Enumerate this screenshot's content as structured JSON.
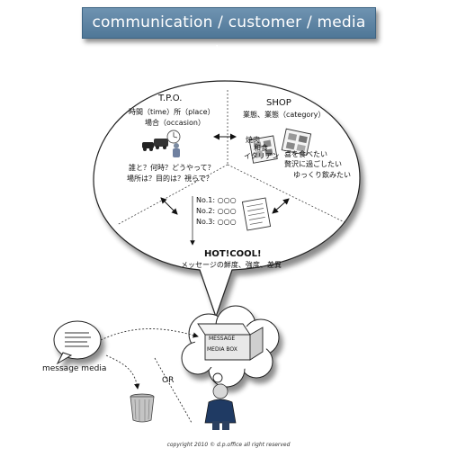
{
  "header": {
    "title": "communication / customer / media box"
  },
  "tpo": {
    "title": "T.P.O.",
    "line1": "時間（time）所（place）",
    "line2": "場合（occasion）",
    "question1": "誰と？何時？どうやって？",
    "question2": "場所は？目的は？視らで？"
  },
  "shop": {
    "title": "SHOP",
    "subtitle": "業態、業態（category）",
    "items": [
      "焼肉",
      "和食",
      "イタリアン",
      "喜を食べたい",
      "贅沢に過ごしたい",
      "ゆっくり飲みたい"
    ]
  },
  "hotcool": {
    "list": [
      "No.1: ○○○",
      "No.2: ○○○",
      "No.3: ○○○"
    ],
    "title": "HOT!COOL!",
    "subtitle": "メッセージの鮮度、強度、差異"
  },
  "box": {
    "line1": "MESSAGE",
    "line2": "MEDIA BOX"
  },
  "labels": {
    "message_media": "message media",
    "or": "OR"
  },
  "footer": {
    "copyright": "copyright 2010 © d.p.office all right reserved"
  }
}
